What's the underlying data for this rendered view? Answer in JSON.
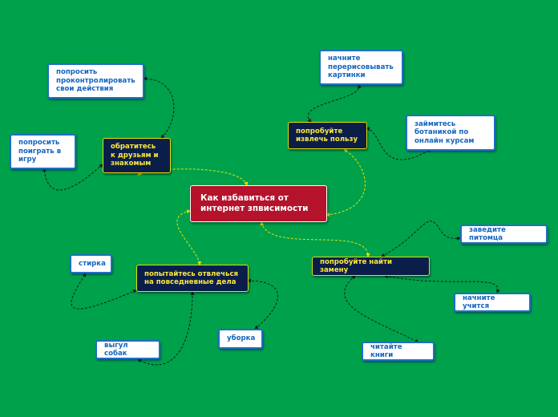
{
  "center": {
    "label": "Как избавиться от интернет зпвисимости"
  },
  "branches": [
    {
      "id": "b1",
      "label": "обратитесь к друзьям и знакомым"
    },
    {
      "id": "b2",
      "label": "попробуйте извлечь пользу"
    },
    {
      "id": "b3",
      "label": "попытайтесь отвлечься на повседневные дела"
    },
    {
      "id": "b4",
      "label": "попробуйте найти замену"
    }
  ],
  "leaves": [
    {
      "id": "l1",
      "parent": "b1",
      "label": "попросить проконтролировать свои действия"
    },
    {
      "id": "l2",
      "parent": "b1",
      "label": "попросить поиграть в игру"
    },
    {
      "id": "l3",
      "parent": "b2",
      "label": "начните перерисовывать картинки"
    },
    {
      "id": "l4",
      "parent": "b2",
      "label": "займитесь ботаникой по онлайн курсам"
    },
    {
      "id": "l5",
      "parent": "b3",
      "label": "стирка"
    },
    {
      "id": "l6",
      "parent": "b3",
      "label": "выгул собак"
    },
    {
      "id": "l7",
      "parent": "b3",
      "label": "уборка"
    },
    {
      "id": "l8",
      "parent": "b4",
      "label": "заведите питомца"
    },
    {
      "id": "l9",
      "parent": "b4",
      "label": "начните учится"
    },
    {
      "id": "l10",
      "parent": "b4",
      "label": "читайте книги"
    }
  ],
  "colors": {
    "background": "#00a14b",
    "center_fill": "#b5122b",
    "branch_fill": "#0b1e4a",
    "branch_text": "#ffe93a",
    "leaf_text": "#1565c0",
    "branch_link": "#e8e200",
    "leaf_link": "#0d1f1a"
  }
}
